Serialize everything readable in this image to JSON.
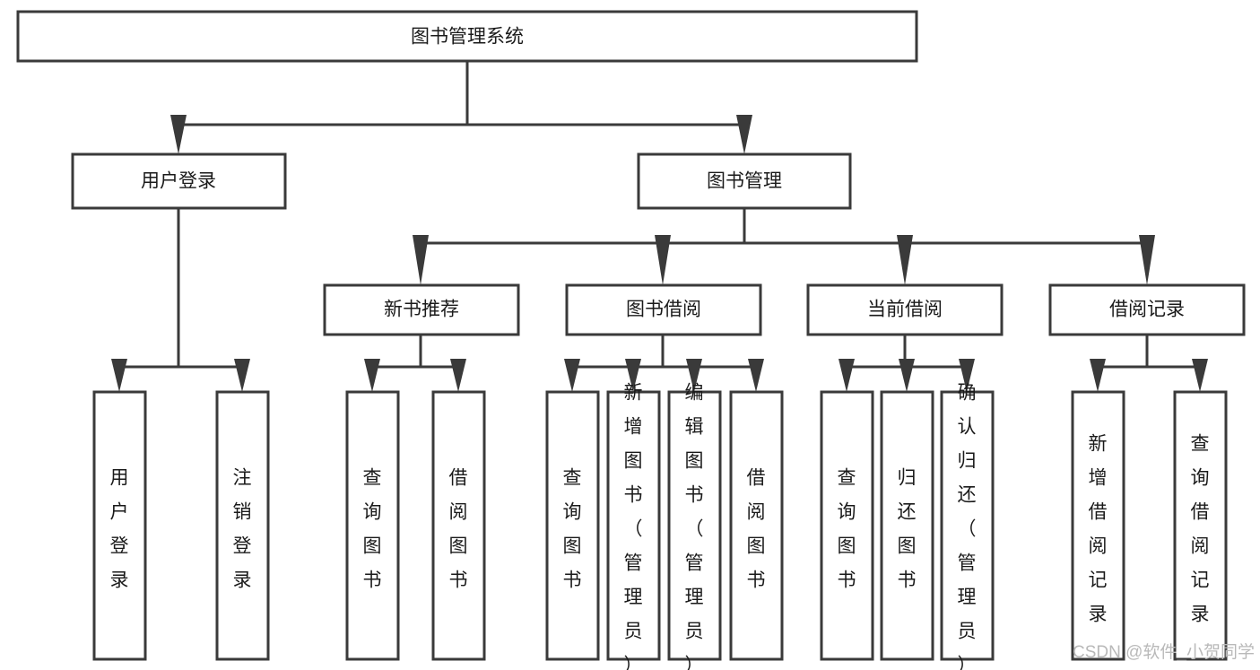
{
  "diagram": {
    "type": "tree-hierarchy",
    "title": "图书管理系统",
    "root": {
      "id": "root",
      "label": "图书管理系统",
      "orientation": "horizontal"
    },
    "level2": [
      {
        "id": "user-login",
        "label": "用户登录",
        "orientation": "horizontal"
      },
      {
        "id": "book-management",
        "label": "图书管理",
        "orientation": "horizontal"
      }
    ],
    "level3": [
      {
        "id": "new-book-recommend",
        "label": "新书推荐",
        "orientation": "horizontal",
        "parent": "book-management"
      },
      {
        "id": "book-borrow",
        "label": "图书借阅",
        "orientation": "horizontal",
        "parent": "book-management"
      },
      {
        "id": "current-borrow",
        "label": "当前借阅",
        "orientation": "horizontal",
        "parent": "book-management"
      },
      {
        "id": "borrow-record",
        "label": "借阅记录",
        "orientation": "horizontal",
        "parent": "book-management"
      }
    ],
    "leaves": {
      "user-login": [
        {
          "id": "leaf-user-login",
          "label": "用户登录",
          "orientation": "vertical"
        },
        {
          "id": "leaf-user-logout",
          "label": "注销登录",
          "orientation": "vertical"
        }
      ],
      "new-book-recommend": [
        {
          "id": "leaf-query-book-1",
          "label": "查询图书",
          "orientation": "vertical"
        },
        {
          "id": "leaf-borrow-book-1",
          "label": "借阅图书",
          "orientation": "vertical"
        }
      ],
      "book-borrow": [
        {
          "id": "leaf-query-book-2",
          "label": "查询图书",
          "orientation": "vertical"
        },
        {
          "id": "leaf-add-book",
          "label": "新增图书（管理员）",
          "orientation": "vertical"
        },
        {
          "id": "leaf-edit-book",
          "label": "编辑图书（管理员）",
          "orientation": "vertical"
        },
        {
          "id": "leaf-borrow-book-2",
          "label": "借阅图书",
          "orientation": "vertical"
        }
      ],
      "current-borrow": [
        {
          "id": "leaf-query-book-3",
          "label": "查询图书",
          "orientation": "vertical"
        },
        {
          "id": "leaf-return-book",
          "label": "归还图书",
          "orientation": "vertical"
        },
        {
          "id": "leaf-confirm-return",
          "label": "确认归还（管理员）",
          "orientation": "vertical"
        }
      ],
      "borrow-record": [
        {
          "id": "leaf-add-record",
          "label": "新增借阅记录",
          "orientation": "vertical"
        },
        {
          "id": "leaf-query-record",
          "label": "查询借阅记录",
          "orientation": "vertical"
        }
      ]
    },
    "colors": {
      "box_stroke": "#3a3a3a",
      "box_fill": "#ffffff",
      "text": "#1a1a1a",
      "connector": "#3a3a3a",
      "watermark": "#b9b9b9",
      "background": "#ffffff"
    }
  },
  "watermark": {
    "label": "CSDN @软件_小贺同学"
  }
}
